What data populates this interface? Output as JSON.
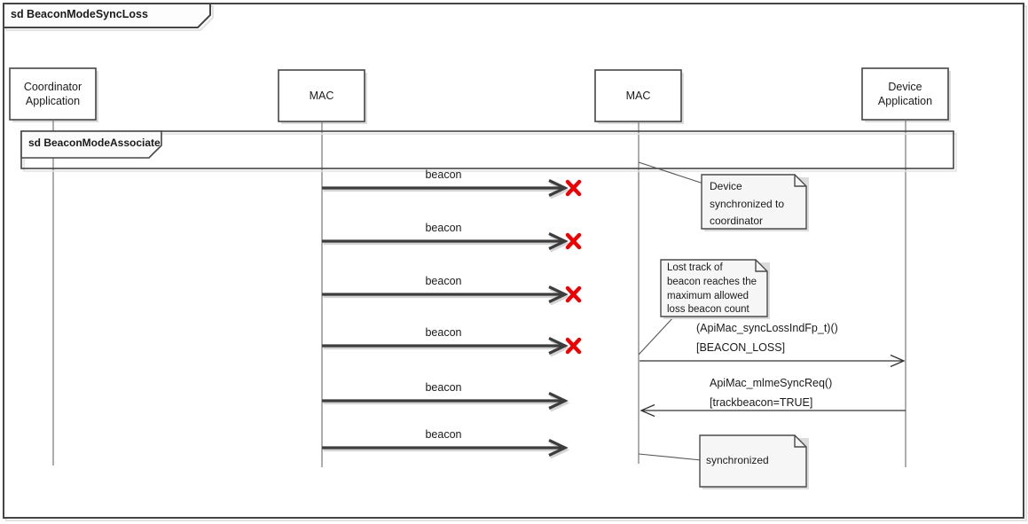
{
  "diagram": {
    "title": "sd BeaconModeSyncLoss",
    "nested_frame_title": "sd BeaconModeAssociate",
    "lifelines": [
      {
        "label": "Coordinator Application"
      },
      {
        "label": "MAC"
      },
      {
        "label": "MAC"
      },
      {
        "label": "Device Application"
      }
    ],
    "beacon_messages": [
      {
        "label": "beacon",
        "lost": true
      },
      {
        "label": "beacon",
        "lost": true
      },
      {
        "label": "beacon",
        "lost": true
      },
      {
        "label": "beacon",
        "lost": true
      },
      {
        "label": "beacon",
        "lost": false
      },
      {
        "label": "beacon",
        "lost": false
      }
    ],
    "calls": [
      {
        "label": "(ApiMac_syncLossIndFp_t)()\n[BEACON_LOSS]",
        "from": "MAC",
        "to": "Device Application"
      },
      {
        "label": "ApiMac_mlmeSyncReq()\n[trackbeacon=TRUE]",
        "from": "Device Application",
        "to": "MAC"
      }
    ],
    "notes": [
      {
        "text": "Device\nsynchronized to\ncoordinator"
      },
      {
        "text": "Lost track of\nbeacon reaches the\nmaximum allowed\nloss beacon count"
      },
      {
        "text": "synchronized"
      }
    ],
    "colors": {
      "frame_border": "#454545",
      "arrow": "#3d3d3d",
      "lost_cross": "#ee0000",
      "note_fill": "#f6f6f6",
      "box_fill": "#ffffff",
      "shadow": "#dcdcdc",
      "lifeline": "#777777"
    }
  }
}
